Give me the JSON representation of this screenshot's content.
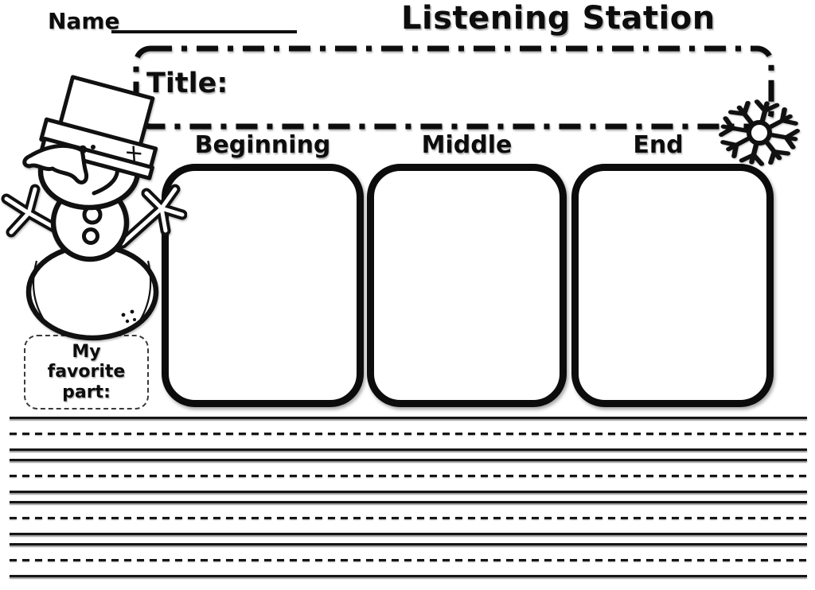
{
  "header": {
    "name_label": "Name",
    "title": "Listening Station"
  },
  "title_box": {
    "label": "Title:"
  },
  "sections": [
    {
      "label": "Beginning"
    },
    {
      "label": "Middle"
    },
    {
      "label": "End"
    }
  ],
  "favorite_box": {
    "lines": [
      "My",
      "favorite",
      "part:"
    ]
  },
  "decorations": {
    "left": "snowman-illustration",
    "top_right": "snowflake-icon"
  },
  "colors": {
    "ink": "#0d0d0d",
    "paper": "#ffffff"
  }
}
